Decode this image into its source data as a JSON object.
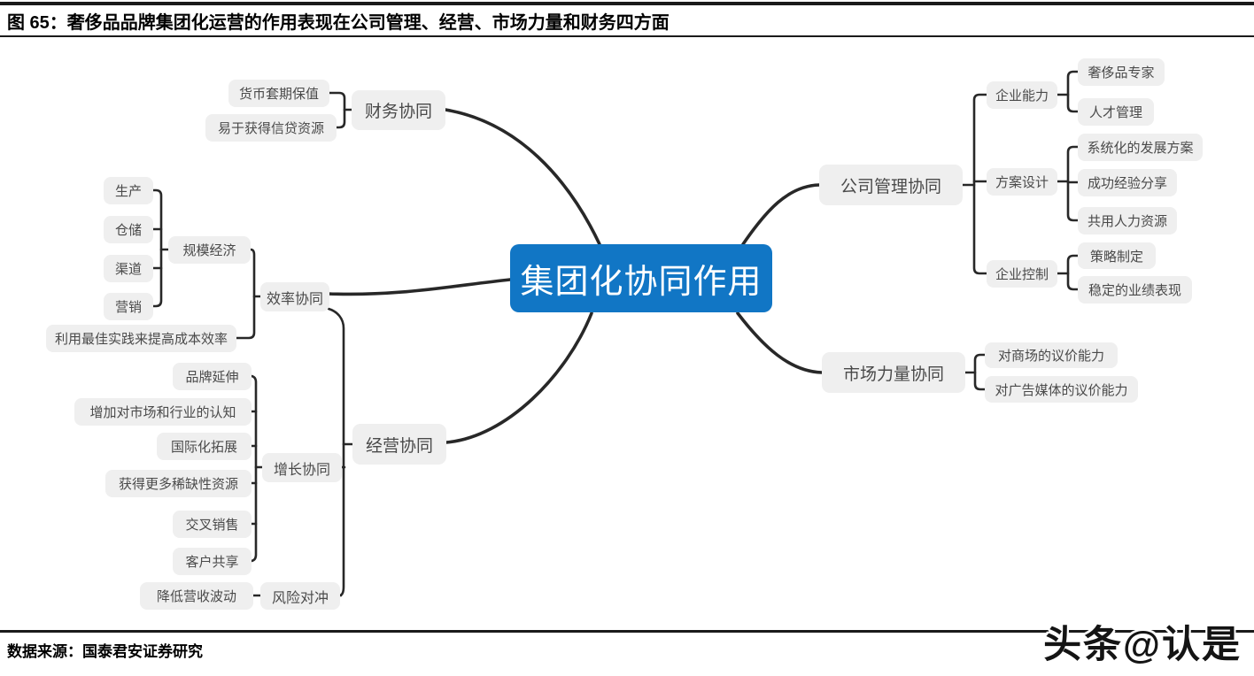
{
  "header": {
    "title": "图 65：奢侈品品牌集团化运营的作用表现在公司管理、经营、市场力量和财务四方面"
  },
  "footer": {
    "source": "数据来源：国泰君安证券研究",
    "watermark": "头条@认是"
  },
  "colors": {
    "accent_blue": "#1176c5",
    "node_bg": "#efefef",
    "line": "#282828",
    "node_text": "#4a4a4a"
  },
  "mindmap": {
    "nodes": {
      "root": "集团化协同作用",
      "finance": "财务协同",
      "currency_hedge": "货币套期保值",
      "credit_access": "易于获得信贷资源",
      "efficiency": "效率协同",
      "scale_economy": "规模经济",
      "production": "生产",
      "warehousing": "仓储",
      "channel": "渠道",
      "marketing": "营销",
      "best_practice": "利用最佳实践来提高成本效率",
      "operation": "经营协同",
      "growth": "增长协同",
      "brand_ext": "品牌延伸",
      "market_cognition": "增加对市场和行业的认知",
      "intl_expansion": "国际化拓展",
      "scarce_resources": "获得更多稀缺性资源",
      "cross_selling": "交叉销售",
      "customer_sharing": "客户共享",
      "risk_hedge": "风险对冲",
      "revenue_vol": "降低营收波动",
      "mgmt": "公司管理协同",
      "corp_capability": "企业能力",
      "lux_expert": "奢侈品专家",
      "talent_mgmt": "人才管理",
      "scheme_design": "方案设计",
      "sys_plan": "系统化的发展方案",
      "success_share": "成功经验分享",
      "shared_hr": "共用人力资源",
      "corp_control": "企业控制",
      "strategy": "策略制定",
      "stable_perf": "稳定的业绩表现",
      "market_power": "市场力量协同",
      "mall_bargain": "对商场的议价能力",
      "ad_bargain": "对广告媒体的议价能力"
    },
    "tree": {
      "集团化协同作用": {
        "财务协同": [
          "货币套期保值",
          "易于获得信贷资源"
        ],
        "效率协同": {
          "规模经济": [
            "生产",
            "仓储",
            "渠道",
            "营销"
          ],
          "利用最佳实践来提高成本效率": []
        },
        "经营协同": {
          "增长协同": [
            "品牌延伸",
            "增加对市场和行业的认知",
            "国际化拓展",
            "获得更多稀缺性资源",
            "交叉销售",
            "客户共享"
          ],
          "风险对冲": [
            "降低营收波动"
          ]
        },
        "公司管理协同": {
          "企业能力": [
            "奢侈品专家",
            "人才管理"
          ],
          "方案设计": [
            "系统化的发展方案",
            "成功经验分享",
            "共用人力资源"
          ],
          "企业控制": [
            "策略制定",
            "稳定的业绩表现"
          ]
        },
        "市场力量协同": [
          "对商场的议价能力",
          "对广告媒体的议价能力"
        ]
      }
    }
  }
}
